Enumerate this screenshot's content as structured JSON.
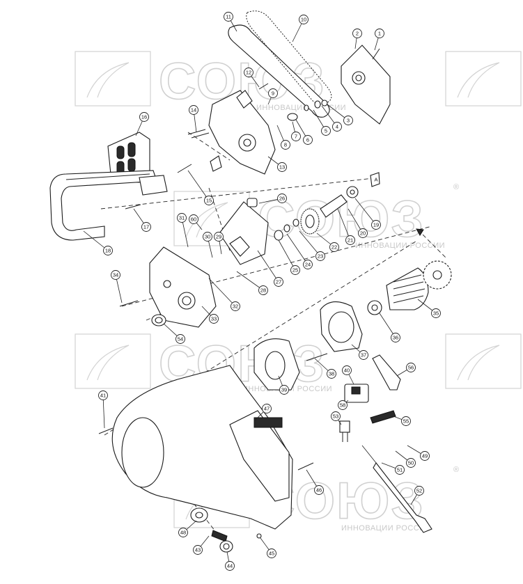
{
  "watermark": {
    "brand": "СОЮЗ",
    "subtitle": "ИННОВАЦИИ РОССИИ",
    "registered_mark": "®"
  },
  "callouts": [
    "1",
    "2",
    "3",
    "4",
    "5",
    "6",
    "7",
    "8",
    "9",
    "10",
    "11",
    "12",
    "13",
    "14",
    "15",
    "16",
    "17",
    "18",
    "19",
    "20",
    "21",
    "22",
    "23",
    "24",
    "25",
    "26",
    "27",
    "28",
    "29",
    "30",
    "31",
    "32",
    "33",
    "34",
    "35",
    "36",
    "37",
    "38",
    "39",
    "40",
    "41",
    "43",
    "44",
    "45",
    "46",
    "47",
    "48",
    "49",
    "50",
    "51",
    "52",
    "53",
    "54",
    "55",
    "56",
    "58",
    "60"
  ],
  "labels": {
    "A": "A"
  }
}
